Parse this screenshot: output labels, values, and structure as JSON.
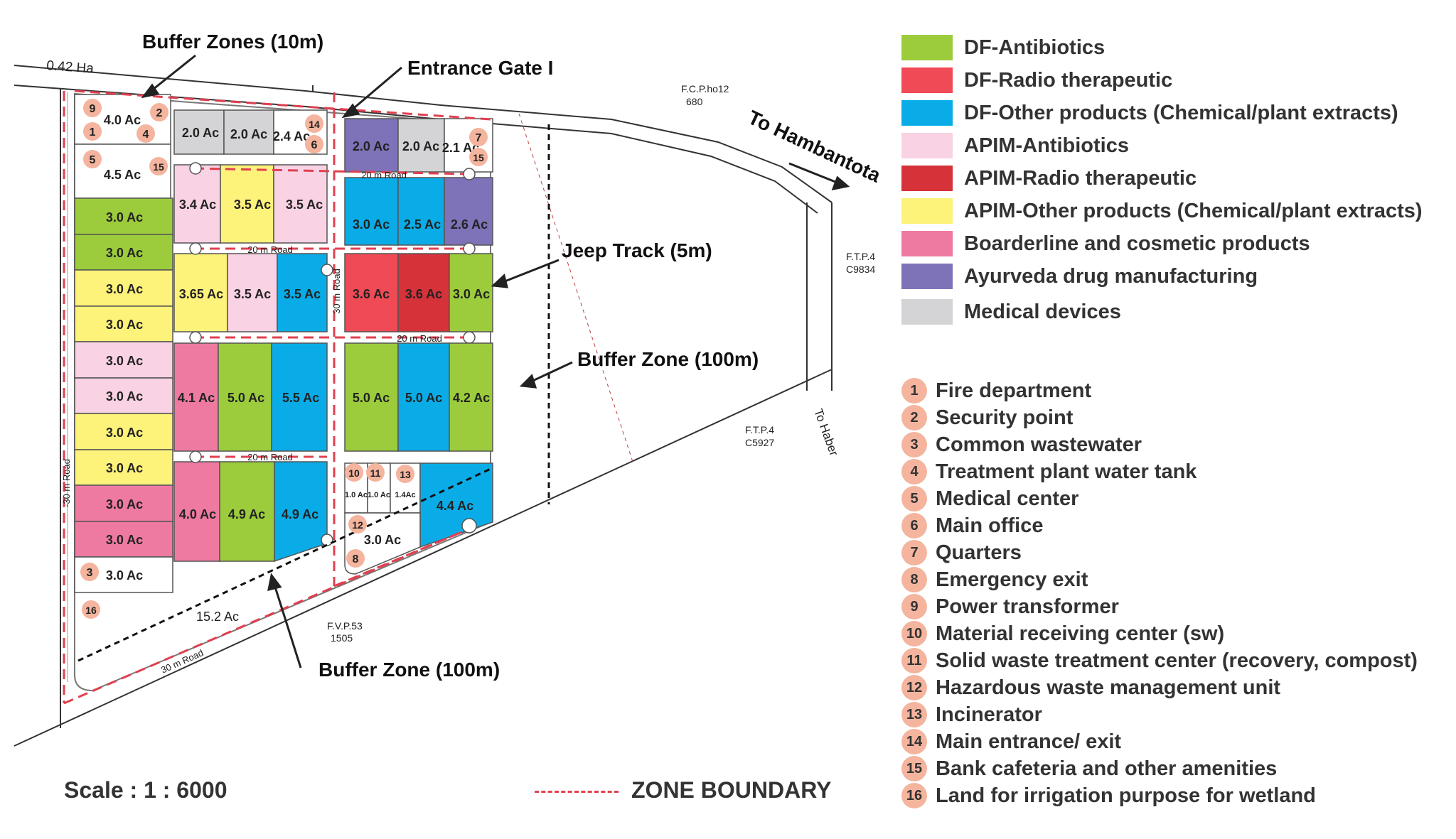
{
  "colors": {
    "df_antibiotics": "#9ccc3c",
    "df_radio": "#ef4a55",
    "df_other": "#0aace8",
    "apim_antibiotics": "#f9d2e4",
    "apim_radio": "#d5323a",
    "apim_other": "#fdf27a",
    "borderline": "#ee7aa2",
    "ayurveda": "#7e72b8",
    "medical": "#d4d4d6",
    "white": "#ffffff",
    "badge": "#f4b49e",
    "zone_boundary": "#e04050"
  },
  "legend": [
    {
      "label": "DF-Antibiotics",
      "color": "#9ccc3c"
    },
    {
      "label": "DF-Radio therapeutic",
      "color": "#ef4a55"
    },
    {
      "label": "DF-Other products (Chemical/plant extracts)",
      "color": "#0aace8"
    },
    {
      "label": "APIM-Antibiotics",
      "color": "#f9d2e4"
    },
    {
      "label": "APIM-Radio therapeutic",
      "color": "#d5323a"
    },
    {
      "label": "APIM-Other products (Chemical/plant extracts)",
      "color": "#fdf27a"
    },
    {
      "label": "Boarderline and cosmetic products",
      "color": "#ee7aa2"
    },
    {
      "label": "Ayurveda drug manufacturing",
      "color": "#7e72b8"
    },
    {
      "label": "Medical devices",
      "color": "#d4d4d6"
    }
  ],
  "facilities": [
    {
      "num": "1",
      "label": "Fire department"
    },
    {
      "num": "2",
      "label": "Security point"
    },
    {
      "num": "3",
      "label": "Common wastewater"
    },
    {
      "num": "4",
      "label": "Treatment plant water tank"
    },
    {
      "num": "5",
      "label": "Medical center"
    },
    {
      "num": "6",
      "label": "Main office"
    },
    {
      "num": "7",
      "label": "Quarters"
    },
    {
      "num": "8",
      "label": "Emergency exit"
    },
    {
      "num": "9",
      "label": "Power transformer"
    },
    {
      "num": "10",
      "label": "Material receiving center (sw)"
    },
    {
      "num": "11",
      "label": "Solid waste treatment center (recovery, compost)"
    },
    {
      "num": "12",
      "label": "Hazardous waste management unit"
    },
    {
      "num": "13",
      "label": "Incinerator"
    },
    {
      "num": "14",
      "label": "Main entrance/ exit"
    },
    {
      "num": "15",
      "label": "Bank cafeteria and other amenities"
    },
    {
      "num": "16",
      "label": "Land for irrigation purpose for wetland"
    }
  ],
  "annotations": {
    "buffer_zones_10m": "Buffer Zones (10m)",
    "entrance_gate": "Entrance Gate I",
    "to_hambantota": "To Hambantota",
    "jeep_track": "Jeep Track (5m)",
    "buffer_zone_100m_right": "Buffer Zone (100m)",
    "buffer_zone_100m_bottom": "Buffer Zone (100m)",
    "scale": "Scale : 1 : 6000",
    "zone_boundary": "ZONE BOUNDARY"
  },
  "roads": {
    "road_20m": "20 m Road",
    "road_20m_b": "20 m Road",
    "road_30m_vertical": "30 m Road",
    "road_30m_left": "-30 m Road",
    "road_30m_bottom": "30 m Road",
    "road_20_top": "20 m Road",
    "road_20_mid": "20 m Road"
  },
  "survey_notes": {
    "top_left_area": "0.42 Ha",
    "fcp": "F.C.P.ho12",
    "fcp_num": "680",
    "ftp_right": "F.T.P.4",
    "ftp_right_num": "C9834",
    "ftp_mid": "F.T.P.4",
    "ftp_mid_num": "C5927",
    "fvp": "F.V.P.53",
    "fvp_num": "1505",
    "to_haber": "To Haber"
  },
  "plots": {
    "w1": "4.0 Ac",
    "w2": "4.5 Ac",
    "c1": "3.0 Ac",
    "c2": "3.0 Ac",
    "c3": "3.0 Ac",
    "c4": "3.0 Ac",
    "c5": "3.0 Ac",
    "c6": "3.0 Ac",
    "c7": "3.0 Ac",
    "c8": "3.0 Ac",
    "c9": "3.0 Ac",
    "c10": "3.0 Ac",
    "c11": "3.0 Ac",
    "m1": "2.0 Ac",
    "m2": "2.0 Ac",
    "m3": "2.4 Ac",
    "a1": "3.4 Ac",
    "a2": "3.5 Ac",
    "a3": "3.5 Ac",
    "b1": "3.65 Ac",
    "b2": "3.5 Ac",
    "b3": "3.5 Ac",
    "d1": "4.1 Ac",
    "d2": "5.0 Ac",
    "d3": "5.5 Ac",
    "e1": "4.0 Ac",
    "e2": "4.9 Ac",
    "e3": "4.9 Ac",
    "r1": "2.0 Ac",
    "r2": "2.0 Ac",
    "r3": "2.1 Ac",
    "s1": "3.0 Ac",
    "s2": "2.5 Ac",
    "s3": "2.6 Ac",
    "t1": "3.6 Ac",
    "t2": "3.6 Ac",
    "t3": "3.0 Ac",
    "u1": "5.0 Ac",
    "u2": "5.0 Ac",
    "u3": "4.2 Ac",
    "v1": "1.0 Ac",
    "v2": "1.0 Ac",
    "v3": "1.4Ac",
    "v4": "4.4 Ac",
    "v5": "3.0 Ac",
    "big": "15.2 Ac"
  }
}
